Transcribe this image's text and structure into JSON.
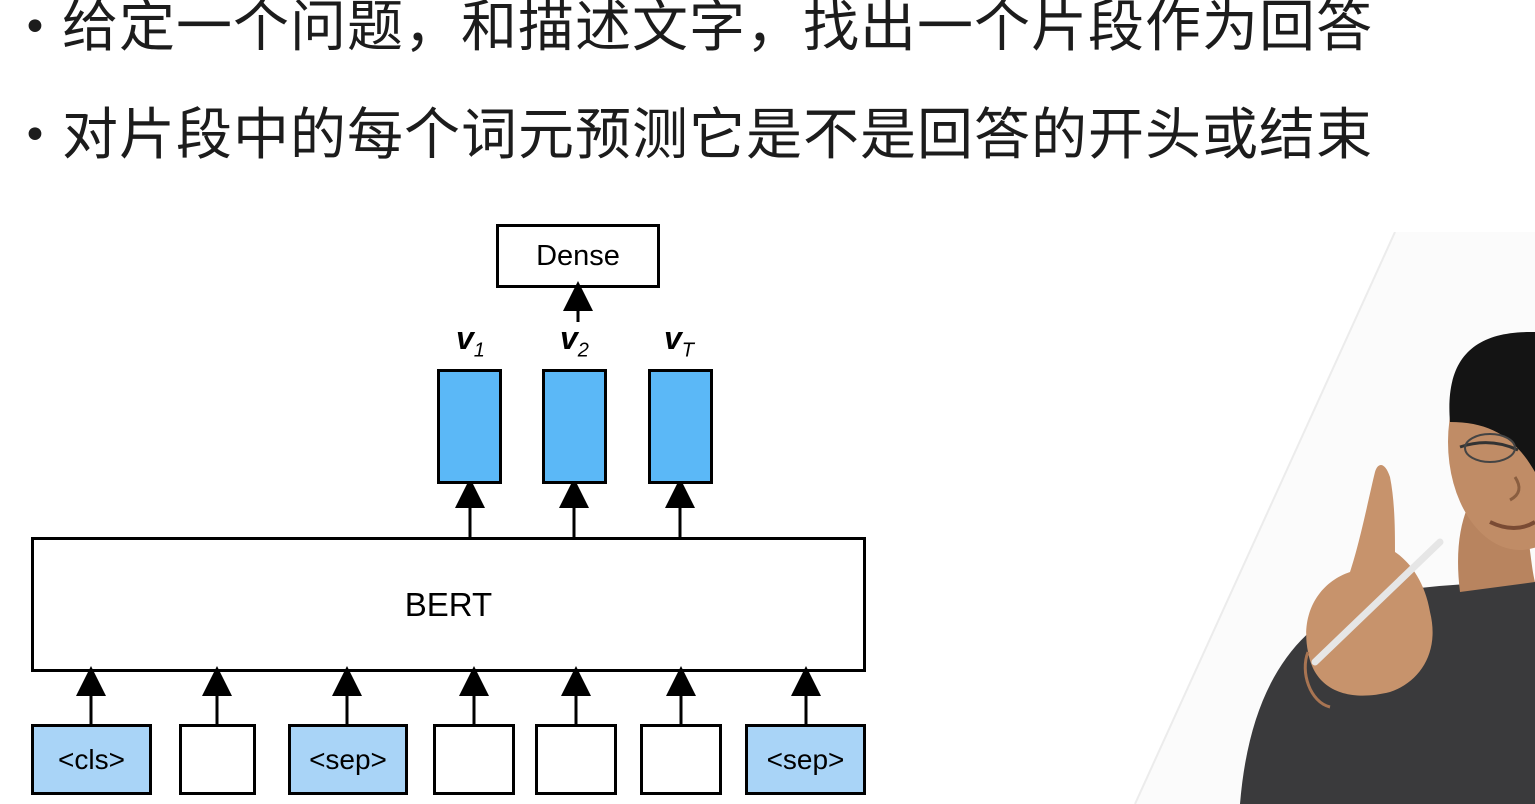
{
  "bullets": [
    {
      "marker": "•",
      "text": "给定一个问题，和描述文字，找出一个片段作为回答"
    },
    {
      "marker": "•",
      "text": "对片段中的每个词元预测它是不是回答的开头或结束"
    }
  ],
  "diagram": {
    "dense_label": "Dense",
    "bert_label": "BERT",
    "outputs": [
      {
        "symbol": "v",
        "sub": "1"
      },
      {
        "symbol": "v",
        "sub": "2"
      },
      {
        "symbol": "v",
        "sub": "T"
      }
    ],
    "tokens": [
      "<cls>",
      "",
      "<sep>",
      "",
      "",
      "",
      "<sep>"
    ],
    "colors": {
      "output_fill": "#5bb8f7",
      "special_token_fill": "#a9d4f7",
      "stroke": "#000000"
    }
  },
  "presenter": {
    "icon": "presenter-video-figure"
  }
}
